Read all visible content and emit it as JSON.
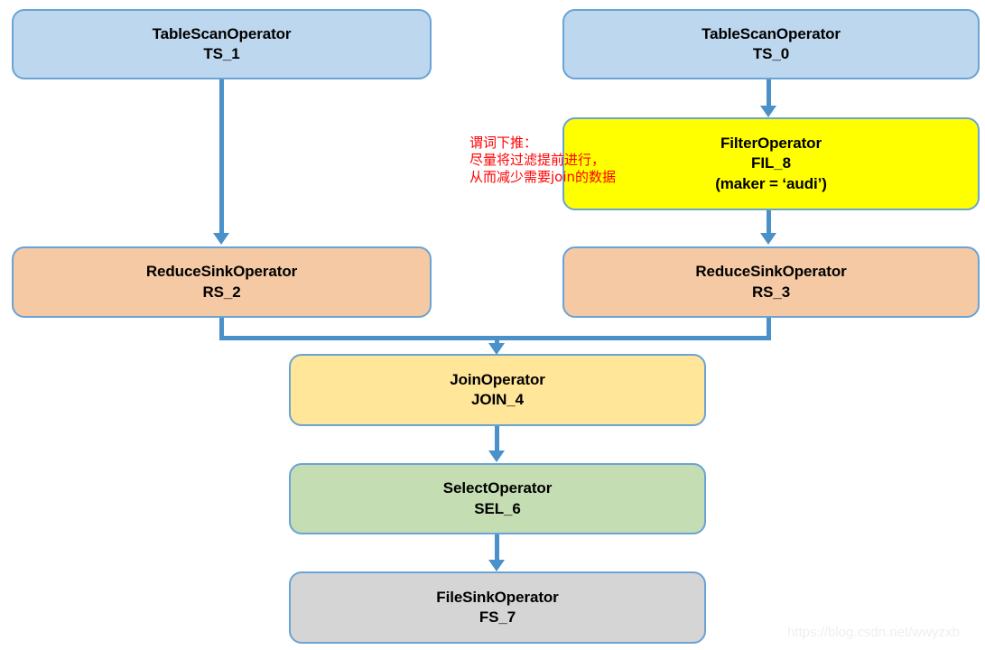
{
  "diagram": {
    "title": "Hive operator tree with predicate pushdown",
    "colors": {
      "border": "#6aa3d5",
      "edge": "#4a90c9",
      "tablescan_fill": "#bdd7ee",
      "reducesink_fill": "#f5c9a4",
      "filter_fill": "#ffff00",
      "join_fill": "#ffe699",
      "select_fill": "#c5ddb2",
      "filesink_fill": "#d5d5d5",
      "note_color": "#ff0000"
    },
    "nodes": [
      {
        "id": "ts_1",
        "name": "tablescan-ts1",
        "lines": [
          "TableScanOperator",
          "TS_1"
        ],
        "fill": "#bdd7ee"
      },
      {
        "id": "ts_0",
        "name": "tablescan-ts0",
        "lines": [
          "TableScanOperator",
          "TS_0"
        ],
        "fill": "#bdd7ee"
      },
      {
        "id": "fil_8",
        "name": "filteroperator-fil8",
        "lines": [
          "FilterOperator",
          "FIL_8",
          "(maker = ‘audi’)"
        ],
        "fill": "#ffff00"
      },
      {
        "id": "rs_2",
        "name": "reducesink-rs2",
        "lines": [
          "ReduceSinkOperator",
          "RS_2"
        ],
        "fill": "#f5c9a4"
      },
      {
        "id": "rs_3",
        "name": "reducesink-rs3",
        "lines": [
          "ReduceSinkOperator",
          "RS_3"
        ],
        "fill": "#f5c9a4"
      },
      {
        "id": "join_4",
        "name": "joinoperator-join4",
        "lines": [
          "JoinOperator",
          "JOIN_4"
        ],
        "fill": "#ffe699"
      },
      {
        "id": "sel_6",
        "name": "selectoperator-sel6",
        "lines": [
          "SelectOperator",
          "SEL_6"
        ],
        "fill": "#c5ddb2"
      },
      {
        "id": "fs_7",
        "name": "filesinkoperator-fs7",
        "lines": [
          "FileSinkOperator",
          "FS_7"
        ],
        "fill": "#d5d5d5"
      }
    ],
    "note": {
      "line1": "谓词下推：",
      "line2": "尽量将过滤提前进行，",
      "line3": "从而减少需要join的数据"
    },
    "watermark": "https://blog.csdn.net/wwyzxb"
  }
}
